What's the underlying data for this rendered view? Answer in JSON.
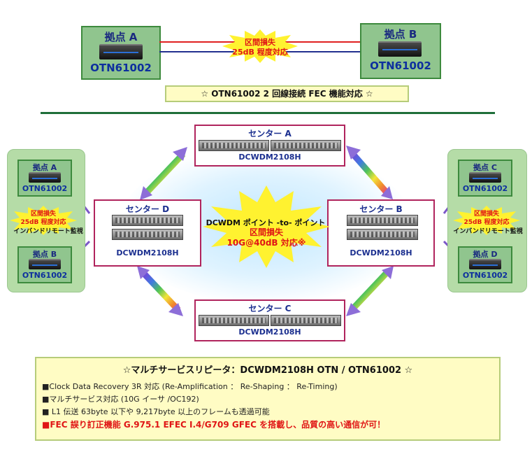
{
  "top": {
    "site_a_title": "拠点 A",
    "site_a_model": "OTN61002",
    "site_b_title": "拠点 B",
    "site_b_model": "OTN61002",
    "link_label_1": "区間損失",
    "link_label_2": "25dB 程度対応",
    "caption": "☆ OTN61002 2 回線接続 FEC 機能対応 ☆"
  },
  "middle": {
    "center_a": {
      "title": "センター A",
      "model": "DCWDM2108H"
    },
    "center_b": {
      "title": "センター B",
      "model": "DCWDM2108H"
    },
    "center_c": {
      "title": "センター C",
      "model": "DCWDM2108H"
    },
    "center_d": {
      "title": "センター D",
      "model": "DCWDM2108H"
    },
    "burst_line1": "DCWDM ポイント -to- ポイント",
    "burst_line2": "区間損失",
    "burst_line3": "10G@40dB 対応※",
    "left": {
      "site_a_title": "拠点 A",
      "site_a_model": "OTN61002",
      "site_b_title": "拠点 B",
      "site_b_model": "OTN61002",
      "loss1": "区間損失",
      "loss2": "25dB 程度対応",
      "monitor": "インバンドリモート監視"
    },
    "right": {
      "site_c_title": "拠点 C",
      "site_c_model": "OTN61002",
      "site_d_title": "拠点 D",
      "site_d_model": "OTN61002",
      "loss1": "区間損失",
      "loss2": "25dB 程度対応",
      "monitor": "インバンドリモート監視"
    }
  },
  "bottom": {
    "title": "☆マルチサービスリピータ：DCWDM2108H OTN / OTN61002 ☆",
    "features": [
      "■Clock Data Recovery 3R 対応 (Re-Amplification ： Re-Shaping ： Re-Timing)",
      "■マルチサービス対応 (10G イーサ /OC192)",
      "■ L1 伝送 63byte 以下や 9,217byte 以上のフレームも透過可能"
    ],
    "highlight": "■FEC 誤り訂正機能 G.975.1 EFEC I.4/G709 GFEC を搭載し、品質の高い通信が可！"
  },
  "colors": {
    "site_green": "#90c58e",
    "site_text_blue": "#0d2f9e",
    "center_border": "#b0245d",
    "highlight_red": "#e01515",
    "banner_yellow": "#fffcc4",
    "divider_green": "#1f6e3a"
  }
}
